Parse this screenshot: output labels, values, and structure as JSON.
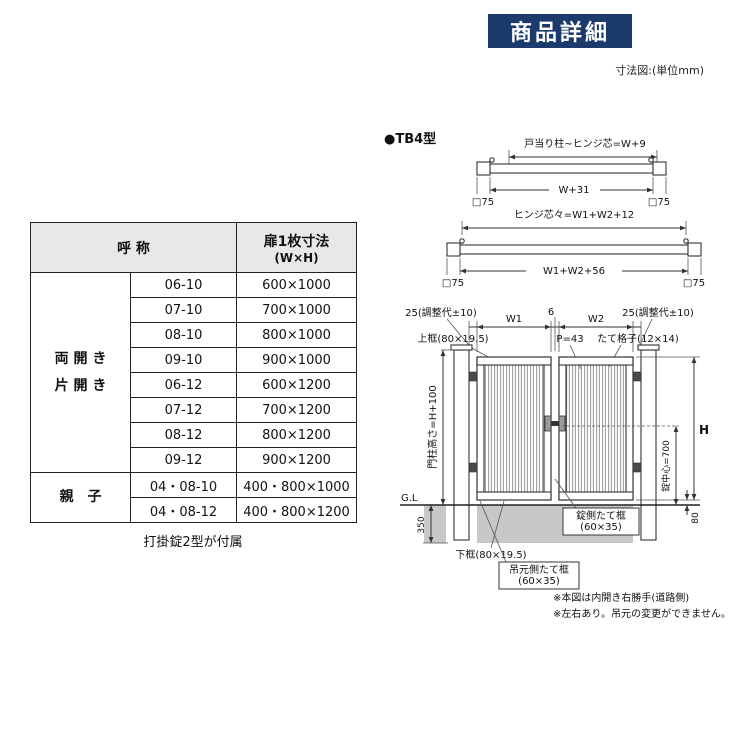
{
  "header": {
    "badge": "商品詳細",
    "unit_note": "寸法図:(単位mm)"
  },
  "model_label": "●TB4型",
  "table": {
    "col_name": "呼 称",
    "col_size_line1": "扉1枚寸法",
    "col_size_line2": "(W×H)",
    "group_hiraki_line1": "両 開 き",
    "group_hiraki_line2": "片 開 き",
    "group_oyako": "親　子",
    "rows": [
      {
        "code": "06-10",
        "size": "600×1000"
      },
      {
        "code": "07-10",
        "size": "700×1000"
      },
      {
        "code": "08-10",
        "size": "800×1000"
      },
      {
        "code": "09-10",
        "size": "900×1000"
      },
      {
        "code": "06-12",
        "size": "600×1200"
      },
      {
        "code": "07-12",
        "size": "700×1200"
      },
      {
        "code": "08-12",
        "size": "800×1200"
      },
      {
        "code": "09-12",
        "size": "900×1200"
      },
      {
        "code": "04・08-10",
        "size": "400・800×1000"
      },
      {
        "code": "04・08-12",
        "size": "400・800×1200"
      }
    ],
    "note": "打掛錠2型が付属"
  },
  "plan_single": {
    "title": "戸当り柱~ヒンジ芯=W+9",
    "post_left": "□75",
    "span": "W+31",
    "post_right": "□75"
  },
  "plan_double": {
    "title": "ヒンジ芯々=W1+W2+12",
    "post_left": "□75",
    "span": "W1+W2+56",
    "post_right": "□75"
  },
  "elevation": {
    "adj_left": "25(調整代±10)",
    "w1": "W1",
    "center_gap": "6",
    "w2": "W2",
    "adj_right": "25(調整代±10)",
    "top_rail": "上框(80×19.5)",
    "pitch": "P=43",
    "slat": "たて格子(12×14)",
    "post_height": "門柱高さ=H+100",
    "gl": "G.L",
    "embed": "350",
    "lock_center": "錠中心=700",
    "door_height": "H",
    "bottom_clear": "80",
    "lock_stile_line1": "錠側たて框",
    "lock_stile_line2": "(60×35)",
    "bottom_rail": "下框(80×19.5)",
    "hinge_stile_line1": "吊元側たて框",
    "hinge_stile_line2": "(60×35)"
  },
  "notes": {
    "line1": "※本図は内開き右勝手(道路側)",
    "line2": "※左右あり。吊元の変更ができません。"
  }
}
